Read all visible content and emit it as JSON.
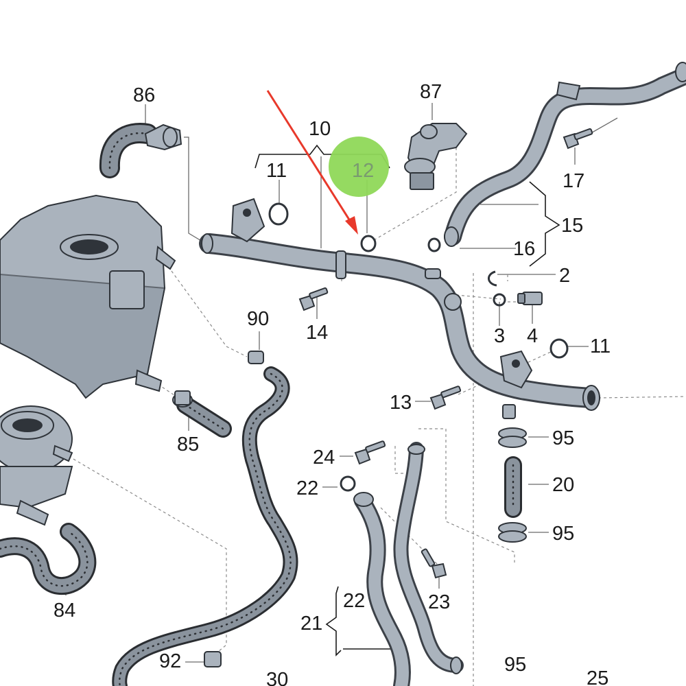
{
  "diagram": {
    "labels": [
      {
        "id": "86",
        "text": "86"
      },
      {
        "id": "87",
        "text": "87"
      },
      {
        "id": "10",
        "text": "10"
      },
      {
        "id": "11a",
        "text": "11"
      },
      {
        "id": "12",
        "text": "12"
      },
      {
        "id": "17",
        "text": "17"
      },
      {
        "id": "15",
        "text": "15"
      },
      {
        "id": "16",
        "text": "16"
      },
      {
        "id": "2",
        "text": "2"
      },
      {
        "id": "14",
        "text": "14"
      },
      {
        "id": "3",
        "text": "3"
      },
      {
        "id": "4",
        "text": "4"
      },
      {
        "id": "11b",
        "text": "11"
      },
      {
        "id": "90",
        "text": "90"
      },
      {
        "id": "13",
        "text": "13"
      },
      {
        "id": "95a",
        "text": "95"
      },
      {
        "id": "85",
        "text": "85"
      },
      {
        "id": "24",
        "text": "24"
      },
      {
        "id": "20",
        "text": "20"
      },
      {
        "id": "22a",
        "text": "22"
      },
      {
        "id": "95b",
        "text": "95"
      },
      {
        "id": "84",
        "text": "84"
      },
      {
        "id": "23",
        "text": "23"
      },
      {
        "id": "22b",
        "text": "22"
      },
      {
        "id": "21",
        "text": "21"
      },
      {
        "id": "92",
        "text": "92"
      },
      {
        "id": "95c",
        "text": "95"
      },
      {
        "id": "30",
        "text": "30"
      },
      {
        "id": "25",
        "text": "25"
      }
    ],
    "highlight": {
      "target": "12",
      "color": "#8fd858"
    },
    "arrow": {
      "color": "#e8392b",
      "points_to": "12"
    },
    "colors": {
      "part_fill": "#aab3bd",
      "part_stroke": "#2f343a",
      "background": "#ffffff"
    }
  }
}
